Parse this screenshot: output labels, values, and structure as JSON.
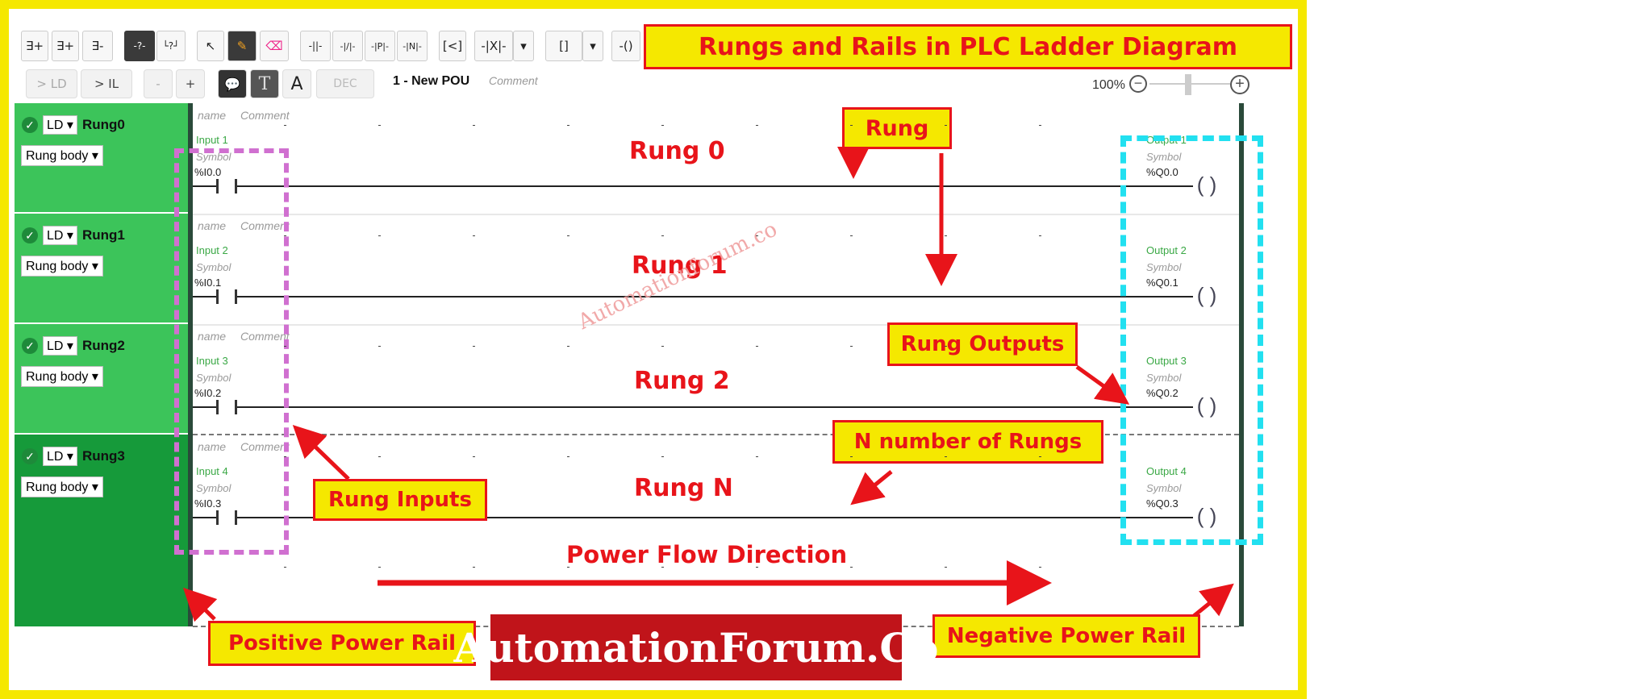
{
  "title": "Rungs and Rails in PLC Ladder Diagram",
  "toolbar": {
    "row1": [
      "∃+",
      "∃+",
      "∃-",
      "-?-",
      "└?┘",
      "↖",
      "✎",
      "⌫",
      "-||-",
      "-|/|-",
      "-|P|-",
      "-|N|-",
      "[<]",
      "-|X|-",
      "▾",
      "[]",
      "▾",
      "-()"
    ],
    "row2": [
      "> LD",
      "> IL",
      "-",
      "+",
      "💬",
      "T",
      "A",
      "DEC"
    ],
    "pou": "1 - New POU",
    "comment": "Comment",
    "zoom": "100%"
  },
  "rungs": [
    {
      "name": "Rung0",
      "lang": "LD",
      "body": "Rung body",
      "field_name": "name",
      "field_comment": "Comment",
      "input": "Input 1",
      "input_symbol": "Symbol",
      "input_addr": "%I0.0",
      "output": "Output 1",
      "output_symbol": "Symbol",
      "output_addr": "%Q0.0",
      "label": "Rung 0"
    },
    {
      "name": "Rung1",
      "lang": "LD",
      "body": "Rung body",
      "field_name": "name",
      "field_comment": "Comment",
      "input": "Input 2",
      "input_symbol": "Symbol",
      "input_addr": "%I0.1",
      "output": "Output 2",
      "output_symbol": "Symbol",
      "output_addr": "%Q0.1",
      "label": "Rung 1"
    },
    {
      "name": "Rung2",
      "lang": "LD",
      "body": "Rung body",
      "field_name": "name",
      "field_comment": "Comment",
      "input": "Input 3",
      "input_symbol": "Symbol",
      "input_addr": "%I0.2",
      "output": "Output 3",
      "output_symbol": "Symbol",
      "output_addr": "%Q0.2",
      "label": "Rung 2"
    },
    {
      "name": "Rung3",
      "lang": "LD",
      "body": "Rung body",
      "field_name": "name",
      "field_comment": "Comment",
      "input": "Input 4",
      "input_symbol": "Symbol",
      "input_addr": "%I0.3",
      "output": "Output 4",
      "output_symbol": "Symbol",
      "output_addr": "%Q0.3",
      "label": "Rung N"
    }
  ],
  "annotations": {
    "rung": "Rung",
    "rung_outputs": "Rung Outputs",
    "n_rungs": "N number of Rungs",
    "rung_inputs": "Rung Inputs",
    "power_flow": "Power Flow Direction",
    "positive_rail": "Positive Power Rail",
    "negative_rail": "Negative Power Rail",
    "watermark": "Automationforum.co",
    "logo": "AutomationForum.Co"
  },
  "colors": {
    "border": "#f5e800",
    "red": "#e8141a",
    "panel": "#3cc45a",
    "panel_active": "#169a3a",
    "cyan": "#22e0f0",
    "magenta": "#d070d0"
  }
}
